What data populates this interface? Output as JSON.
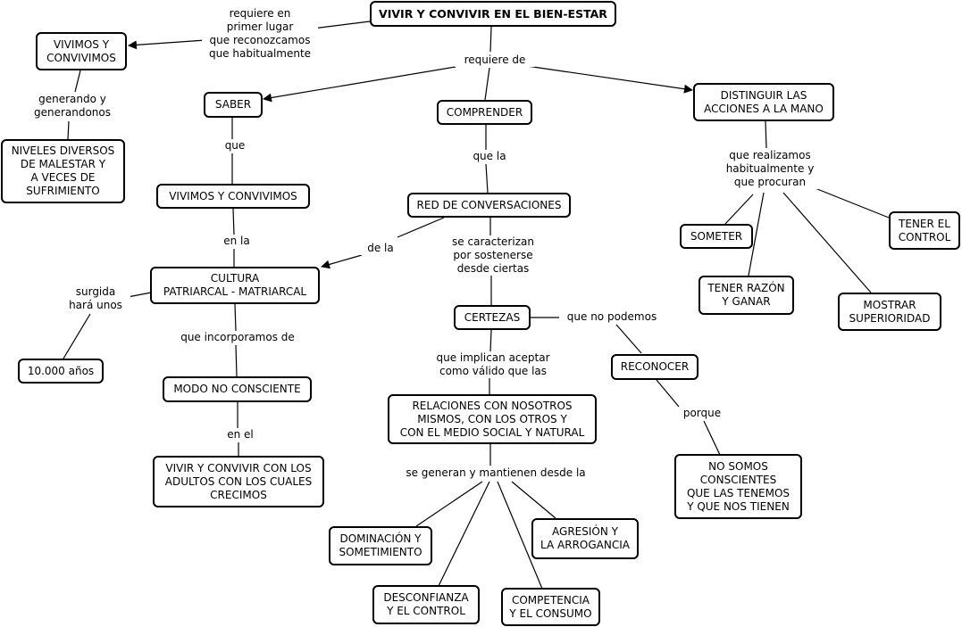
{
  "nodes": {
    "root": "VIVIR Y CONVIVIR EN EL BIEN-ESTAR",
    "vivimos_top": "VIVIMOS Y\nCONVIVIMOS",
    "niveles": "NIVELES DIVERSOS\nDE MALESTAR Y\nA VECES DE\nSUFRIMIENTO",
    "saber": "SABER",
    "comprender": "COMPRENDER",
    "distinguir": "DISTINGUIR LAS\nACCIONES A LA MANO",
    "vivimos_mid": "VIVIMOS Y CONVIVIMOS",
    "red": "RED DE CONVERSACIONES",
    "cultura": "CULTURA\nPATRIARCAL - MATRIARCAL",
    "anos": "10.000 años",
    "certezas": "CERTEZAS",
    "reconocer": "RECONOCER",
    "modo": "MODO NO CONSCIENTE",
    "relaciones": "RELACIONES CON NOSOTROS\nMISMOS, CON LOS OTROS Y\nCON EL MEDIO SOCIAL Y NATURAL",
    "vivir_adultos": "VIVIR Y CONVIVIR CON LOS\nADULTOS CON LOS CUALES\nCRECIMOS",
    "no_somos": "NO SOMOS\nCONSCIENTES\nQUE LAS TENEMOS\nY QUE NOS TIENEN",
    "someter": "SOMETER",
    "tener_control": "TENER EL\nCONTROL",
    "tener_razon": "TENER RAZÓN\nY GANAR",
    "mostrar": "MOSTRAR\nSUPERIORIDAD",
    "dominacion": "DOMINACIÓN Y\nSOMETIMIENTO",
    "agresion": "AGRESIÓN Y\nLA ARROGANCIA",
    "desconfianza": "DESCONFIANZA\nY EL CONTROL",
    "competencia": "COMPETENCIA\nY EL CONSUMO"
  },
  "links": {
    "requiere_primer": "requiere en\nprimer lugar\nque reconozcamos\nque habitualmente",
    "requiere_de": "requiere de",
    "generando": "generando y\ngenerandonos",
    "que": "que",
    "que_la": "que la",
    "que_realizamos": "que realizamos\nhabitualmente y\nque procuran",
    "en_la": "en la",
    "de_la": "de la",
    "se_caracterizan": "se caracterizan\npor sostenerse\ndesde ciertas",
    "surgida": "surgida\nhará unos",
    "que_incorporamos": "que incorporamos de",
    "que_no_podemos": "que no podemos",
    "que_implican": "que implican aceptar\ncomo válido que las",
    "en_el": "en el",
    "porque": "porque",
    "se_generan": "se generan y mantienen desde la"
  }
}
